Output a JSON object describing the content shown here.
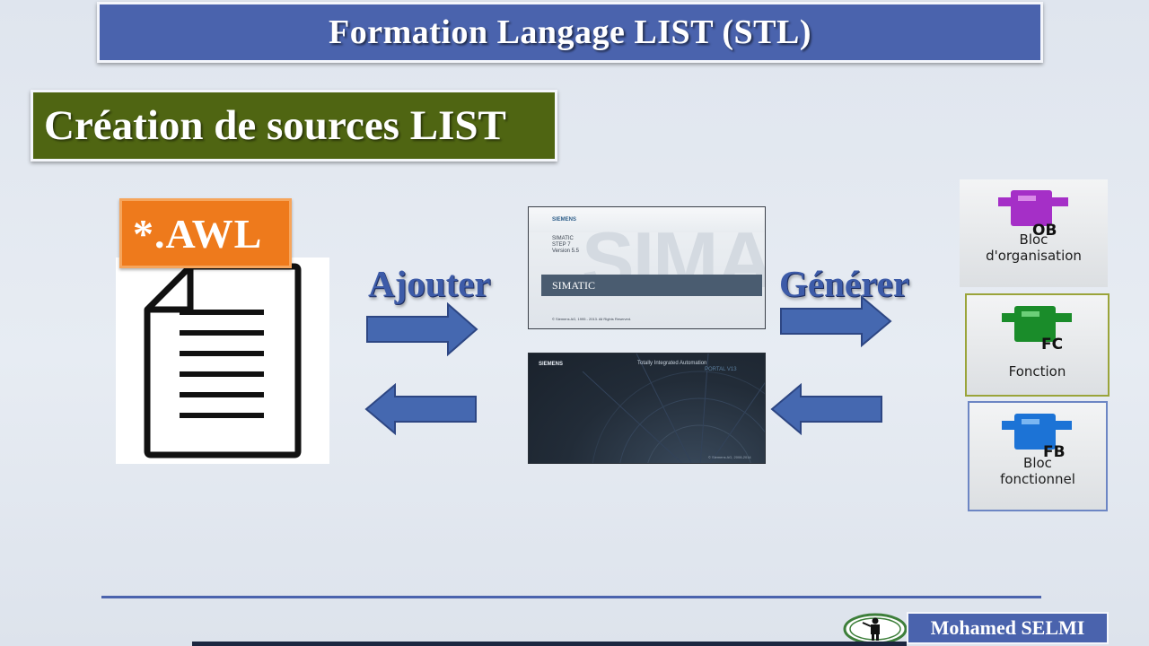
{
  "header": {
    "title": "Formation Langage LIST (STL)"
  },
  "section": {
    "title": "Création de sources LIST"
  },
  "file": {
    "extension": "*.AWL"
  },
  "labels": {
    "add": "Ajouter",
    "generate": "Générer"
  },
  "step7_splash": {
    "brand": "SIEMENS",
    "lines": [
      "SIMATIC",
      "STEP 7",
      "Version 5.5"
    ],
    "band_text": "SIMATIC",
    "watermark": "SIMA",
    "copyright": "© Siemens AG, 1995 - 2013. All Rights Reserved."
  },
  "tia_splash": {
    "brand": "SIEMENS",
    "tagline": "Totally Integrated Automation",
    "product": "PORTAL V13",
    "copyright": "© Siemens AG, 2008-2014"
  },
  "blocks": [
    {
      "tag": "OB",
      "label_line1": "Bloc",
      "label_line2": "d'organisation",
      "color": "#a52fc7"
    },
    {
      "tag": "FC",
      "label_line1": "Fonction",
      "label_line2": "",
      "color": "#1a8c2a"
    },
    {
      "tag": "FB",
      "label_line1": "Bloc",
      "label_line2": "fonctionnel",
      "color": "#1c73d6"
    }
  ],
  "footer": {
    "author": "Mohamed SELMI"
  },
  "colors": {
    "banner_blue": "#4a63ad",
    "section_green": "#4f6512",
    "badge_orange": "#ee7a1c",
    "arrow_blue": "#4568b0"
  }
}
